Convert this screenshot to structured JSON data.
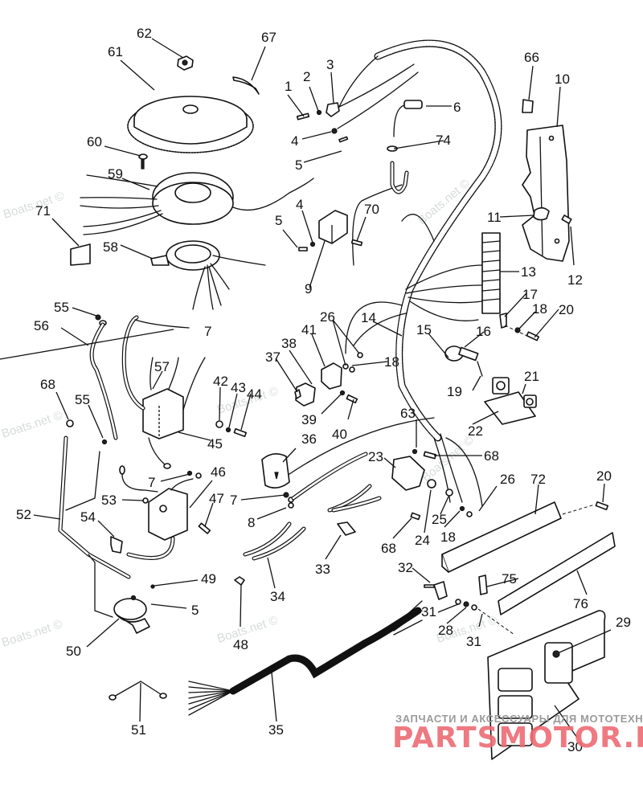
{
  "diagram": {
    "title": "Outboard electrical components exploded view",
    "callouts": [
      "62",
      "67",
      "61",
      "1",
      "2",
      "3",
      "6",
      "66",
      "10",
      "60",
      "4",
      "74",
      "5",
      "59",
      "4",
      "70",
      "5",
      "11",
      "71",
      "12",
      "58",
      "13",
      "9",
      "55",
      "56",
      "7",
      "17",
      "18",
      "20",
      "26",
      "41",
      "38",
      "14",
      "15",
      "16",
      "37",
      "18",
      "42",
      "43",
      "44",
      "57",
      "19",
      "21",
      "68",
      "55",
      "39",
      "40",
      "45",
      "22",
      "63",
      "36",
      "23",
      "68",
      "46",
      "7",
      "53",
      "47",
      "26",
      "72",
      "20",
      "8",
      "52",
      "54",
      "24",
      "25",
      "18",
      "68",
      "33",
      "32",
      "75",
      "34",
      "49",
      "5",
      "76",
      "31",
      "28",
      "31",
      "29",
      "50",
      "48",
      "51",
      "35",
      "30"
    ],
    "watermarks": {
      "boats": "Boats.net ©",
      "shop_subtitle": "ЗАПЧАСТИ И АКСЕССУАРЫ ДЛЯ МОТОТЕХНИКИ",
      "shop_name": "PARTSMOTOR.RU"
    },
    "colors": {
      "line_art": "#111111",
      "watermark_red": "#ee6b74",
      "watermark_gray": "#9a9a9a"
    }
  }
}
